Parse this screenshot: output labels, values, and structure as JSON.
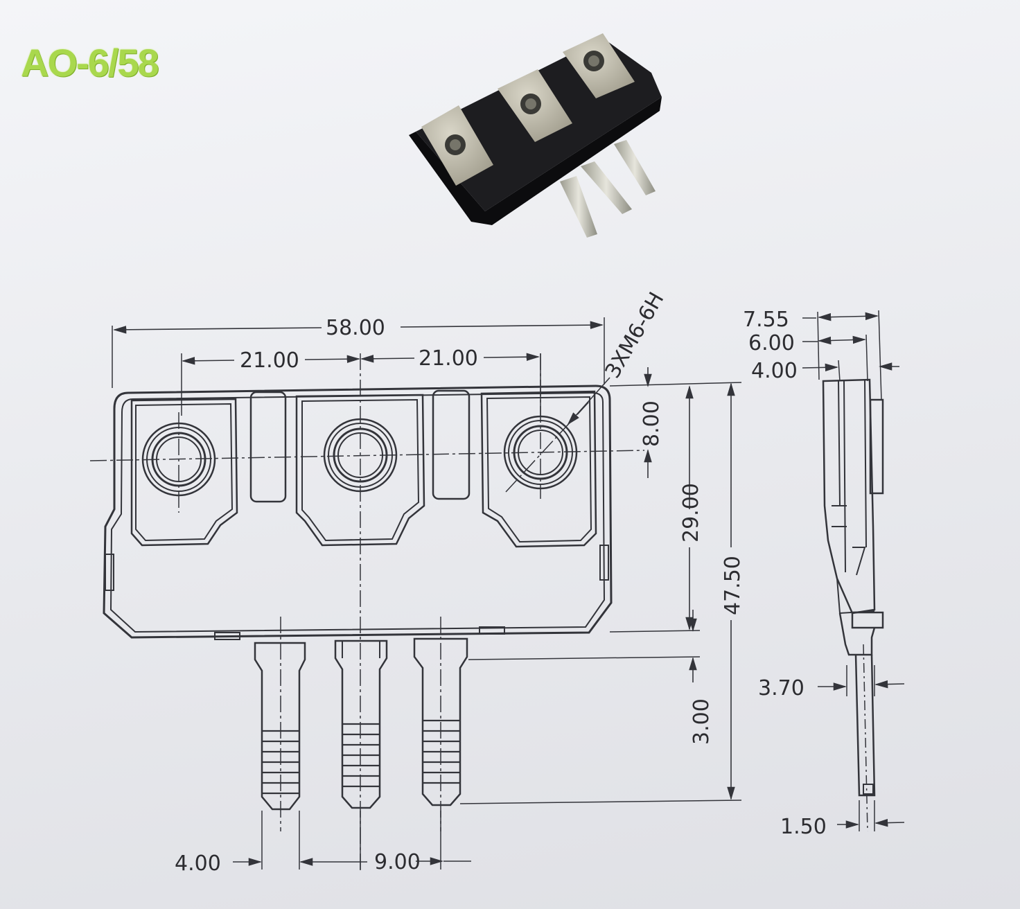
{
  "title": "AO-6/58",
  "front_view": {
    "overall_width": "58.00",
    "pitch_left": "21.00",
    "pitch_right": "21.00",
    "thread_spec": "3XM6-6H",
    "pad_offset": "8.00",
    "body_height": "29.00",
    "overall_height": "47.50",
    "pin_shoulder": "3.00",
    "pin_width": "4.00",
    "pin_pitch": "9.00"
  },
  "side_view": {
    "overall_depth": "7.55",
    "plate_depth": "6.00",
    "base_depth": "4.00",
    "pin_step": "3.70",
    "pin_thickness": "1.50"
  },
  "colors": {
    "title_green": "#a9d84d",
    "line": "#33343a",
    "paper": "#eceef1"
  }
}
